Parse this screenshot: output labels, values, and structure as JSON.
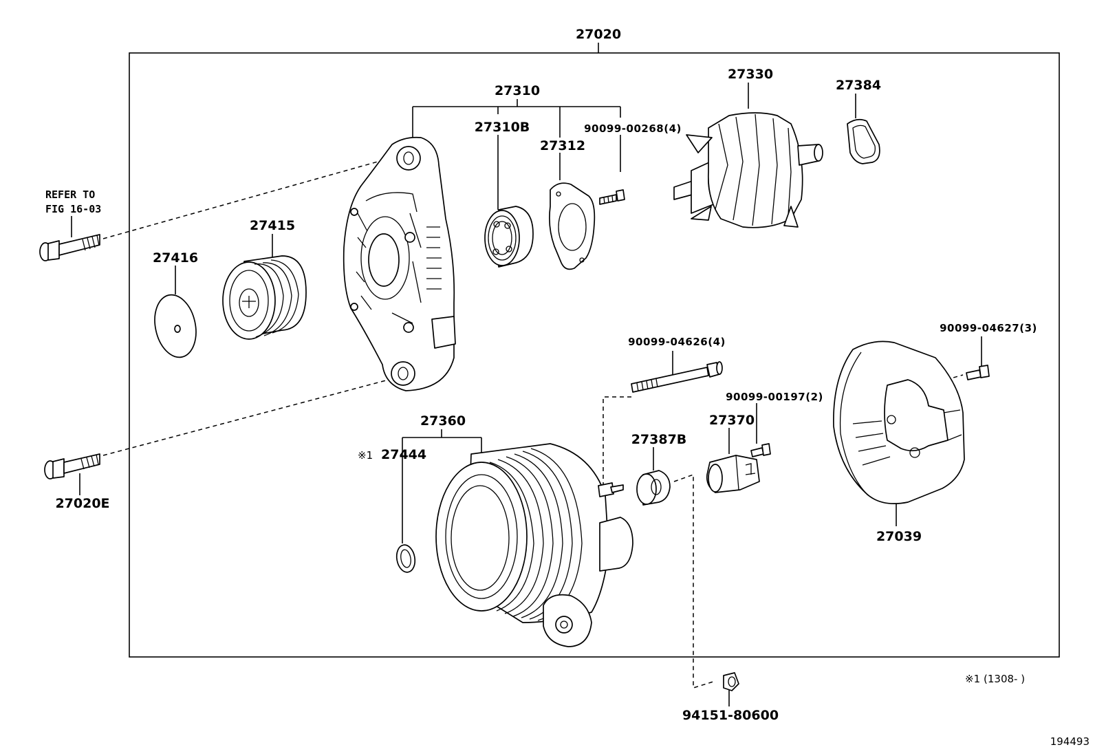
{
  "diagram": {
    "assembly_label": "27020",
    "figure_number": "194493",
    "refer_note_line1": "REFER TO",
    "refer_note_line2": "FIG 16-03",
    "footnote_symbol": "※1",
    "footnote_text": "(1308-      )",
    "parts": {
      "p27310": "27310",
      "p27310B": "27310B",
      "p27312": "27312",
      "p90099_00268": "90099-00268(4)",
      "p27330": "27330",
      "p27384": "27384",
      "p27415": "27415",
      "p27416": "27416",
      "p27360": "27360",
      "p27444_mark": "※1",
      "p27444": "27444",
      "p90099_04626": "90099-04626(4)",
      "p90099_00197": "90099-00197(2)",
      "p27370": "27370",
      "p27387B": "27387B",
      "p90099_04627": "90099-04627(3)",
      "p27039": "27039",
      "p27020E": "27020E",
      "p94151_80600": "94151-80600"
    }
  }
}
